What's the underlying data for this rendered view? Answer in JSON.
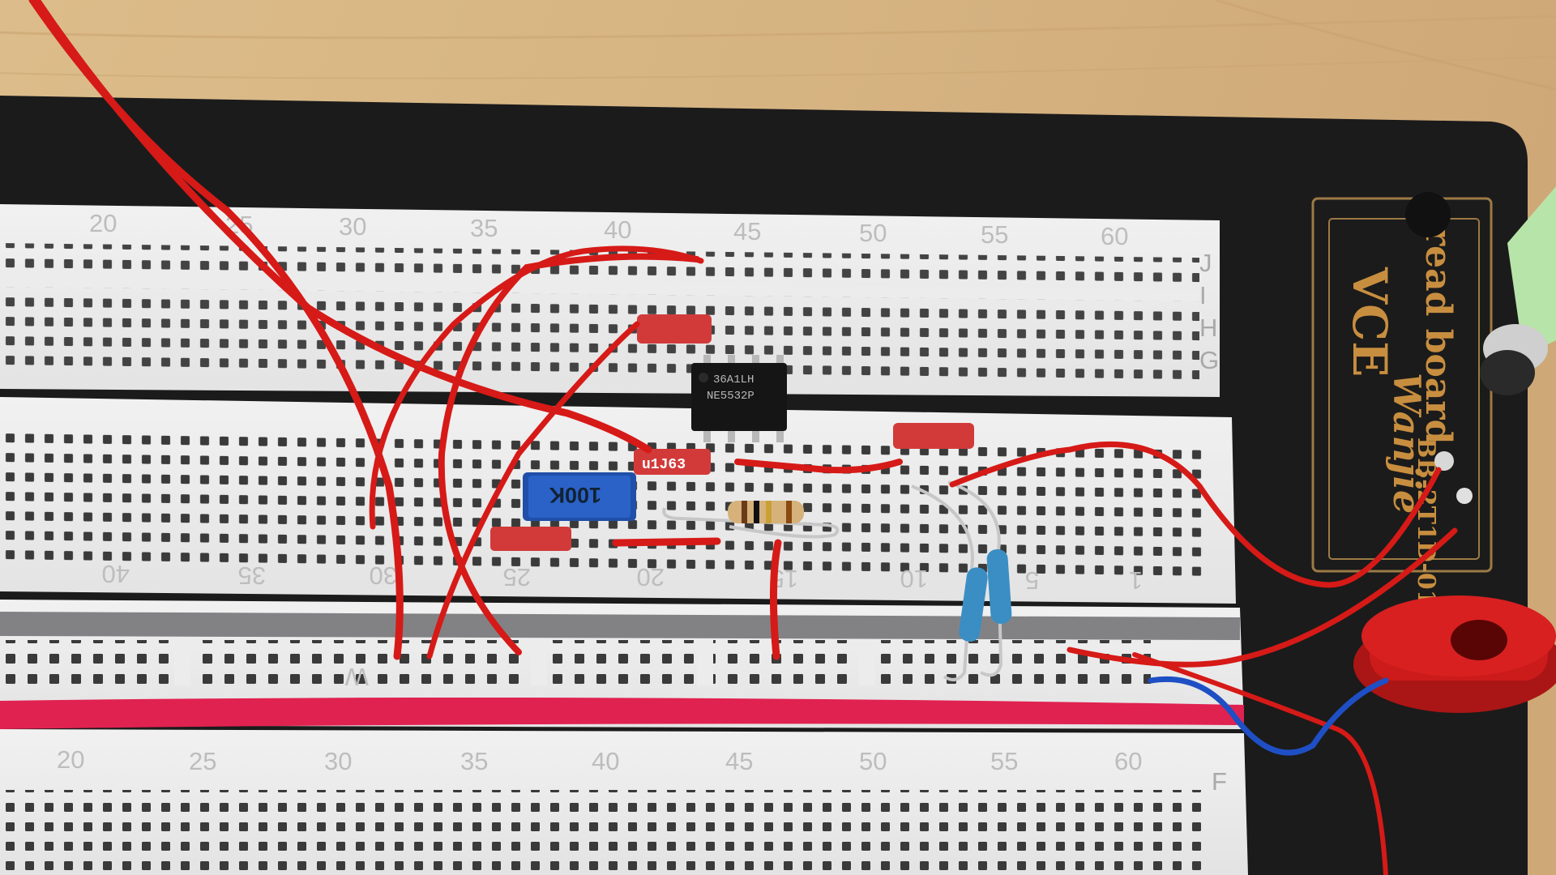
{
  "photo": {
    "colors": {
      "table": "#d9b886",
      "board_base": "#1a1a1a",
      "breadboard": "#ececec",
      "hole": "#3a3a3a",
      "jumper_red": "#d61a17",
      "jumper_blue": "#1f4fc4",
      "rail_red": "#e02251",
      "rail_grey": "#6e6e72",
      "cap_red": "#d23a3a",
      "pot_blue": "#2b62c8",
      "ic_black": "#151515",
      "terminal_red": "#cc1b1b",
      "jack_green": "#b7e4a9",
      "brand_gold": "#c88e3f"
    },
    "breadboard": {
      "top_numbers": [
        "20",
        "25",
        "30",
        "35",
        "40",
        "45",
        "50",
        "55",
        "60"
      ],
      "main_numbers": [
        "40",
        "35",
        "30",
        "25",
        "20",
        "15",
        "10",
        "5",
        "1"
      ],
      "bottom_numbers": [
        "20",
        "25",
        "30",
        "35",
        "40",
        "45",
        "50",
        "55",
        "60"
      ],
      "rail_letters": [
        "J",
        "I",
        "H",
        "G",
        "F"
      ],
      "rail_mark": "W"
    },
    "ic": {
      "line1": "36A1LH",
      "line2": "NE5532P"
    },
    "capacitor_label": "u1J63",
    "pot_label": "100K",
    "brand": {
      "logo": "VCE",
      "text": "read board",
      "script": "Wanjie",
      "model": "BB-2T1D-01"
    }
  }
}
